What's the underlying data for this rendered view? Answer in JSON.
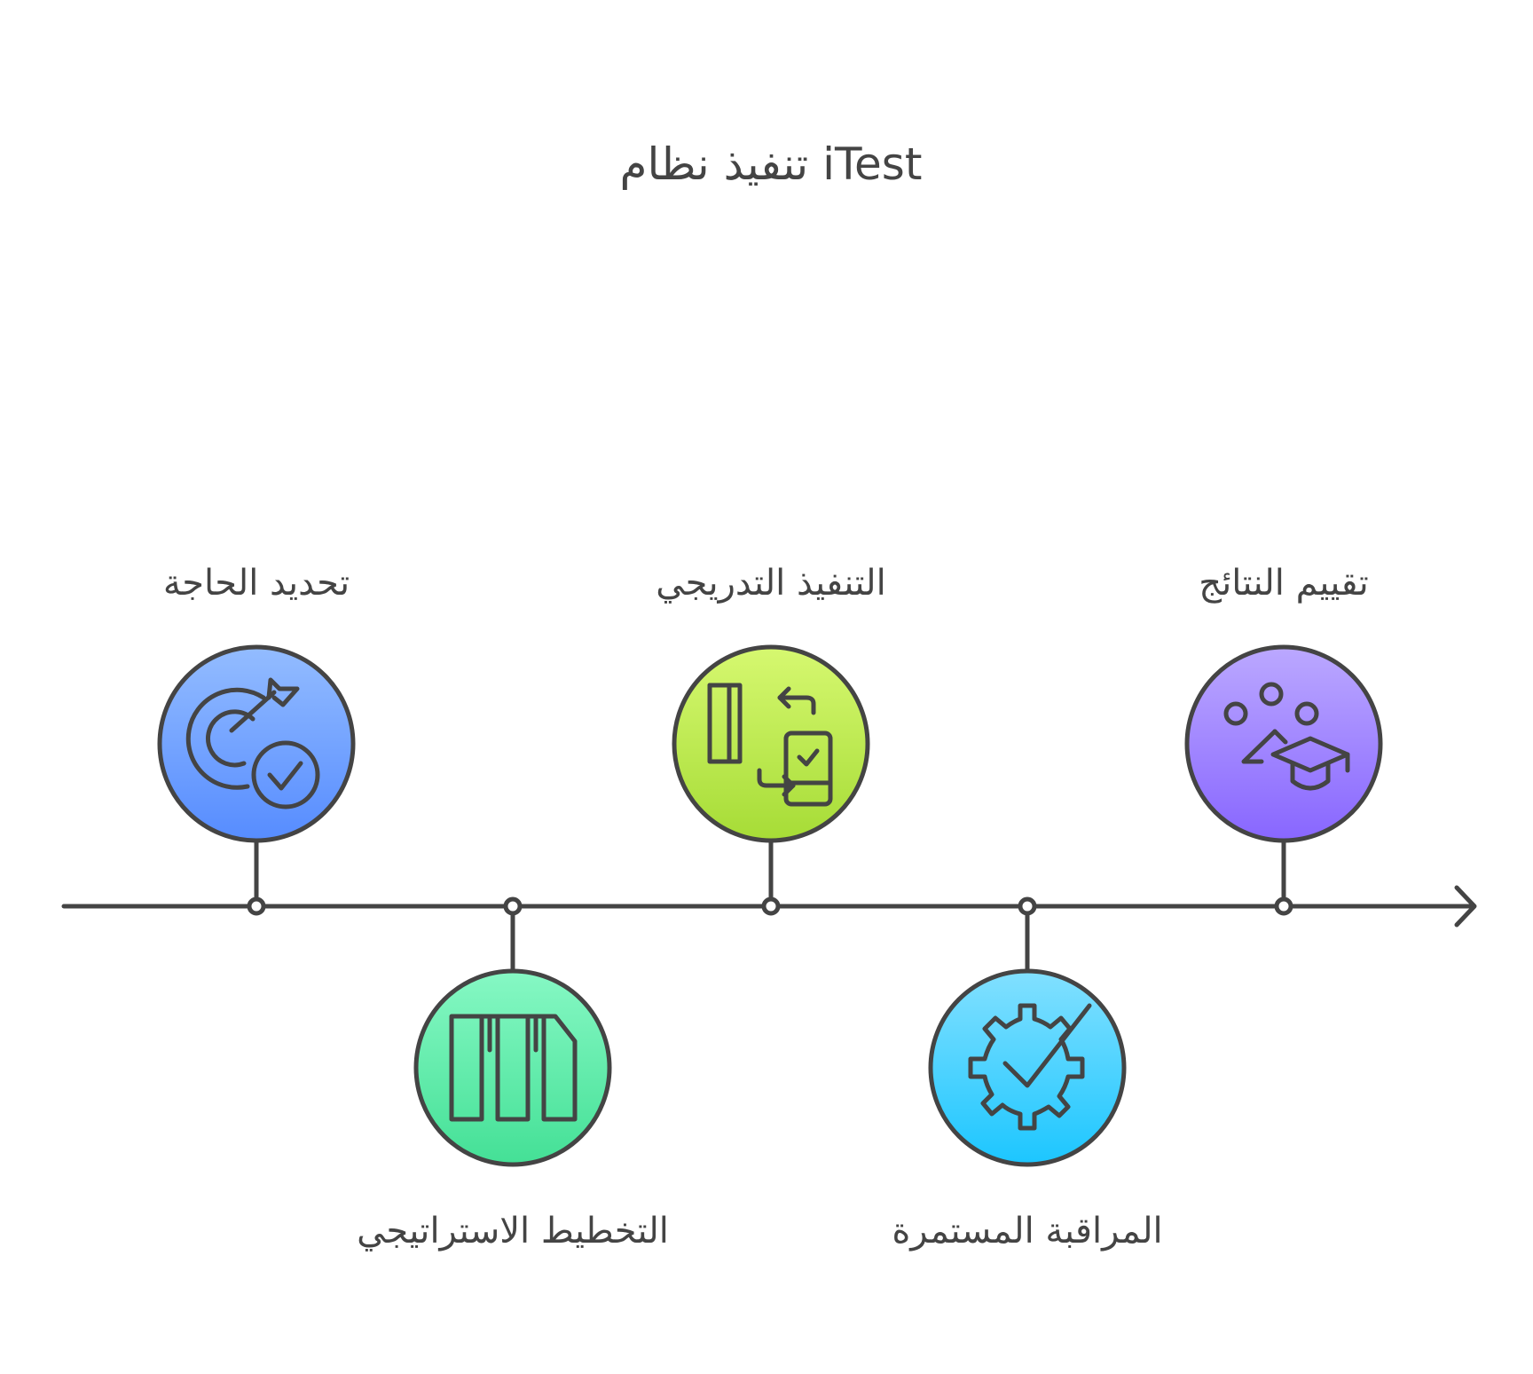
{
  "title": "تنفيذ نظام iTest",
  "steps": [
    {
      "label": "تحديد الحاجة",
      "icon": "target-check-icon",
      "position": "above",
      "color_top": "#93bcff",
      "color_bottom": "#568cff"
    },
    {
      "label": "التخطيط الاستراتيجي",
      "icon": "columns-document-icon",
      "position": "below",
      "color_top": "#86f8c4",
      "color_bottom": "#44e096"
    },
    {
      "label": "التنفيذ التدريجي",
      "icon": "door-phone-transfer-icon",
      "position": "above",
      "color_top": "#d6f870",
      "color_bottom": "#a6dc36"
    },
    {
      "label": "المراقبة المستمرة",
      "icon": "gear-check-icon",
      "position": "below",
      "color_top": "#82e0ff",
      "color_bottom": "#1cc6ff"
    },
    {
      "label": "تقييم النتائج",
      "icon": "graduation-network-icon",
      "position": "above",
      "color_top": "#bba8ff",
      "color_bottom": "#8866ff"
    }
  ]
}
